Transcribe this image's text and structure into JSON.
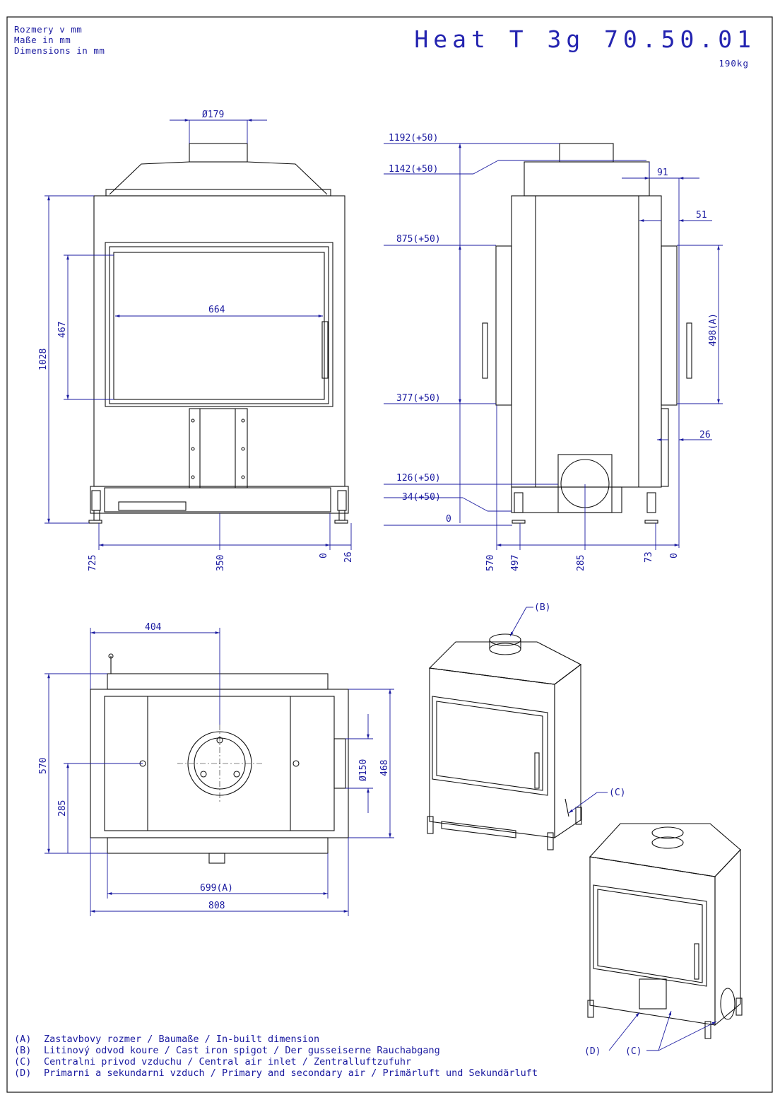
{
  "header": {
    "units_cz": "Rozmery v mm",
    "units_de": "Maße in mm",
    "units_en": "Dimensions in mm",
    "model": "Heat T 3g 70.50.01",
    "mass": "190kg"
  },
  "front_view": {
    "flue_diameter": "Ø179",
    "glass_width": "664",
    "glass_height": "467",
    "total_height": "1028",
    "base_725": "725",
    "base_350": "350",
    "base_0": "0",
    "base_26": "26"
  },
  "side_view": {
    "h_1192": "1192(+50)",
    "h_1142": "1142(+50)",
    "h_875": "875(+50)",
    "h_377": "377(+50)",
    "h_126": "126(+50)",
    "h_34": "34(+50)",
    "h_0": "0",
    "d_91": "91",
    "d_51": "51",
    "d_26": "26",
    "d_498a": "498(A)",
    "b_570": "570",
    "b_497": "497",
    "b_285": "285",
    "b_73": "73",
    "b_0": "0"
  },
  "top_view": {
    "d_404": "404",
    "d_570": "570",
    "d_285": "285",
    "d_150": "Ø150",
    "d_468": "468",
    "d_699a": "699(A)",
    "d_808": "808"
  },
  "callouts": {
    "b": "(B)",
    "c1": "(C)",
    "c2": "(C)",
    "d": "(D)"
  },
  "legend": [
    {
      "key": "(A)",
      "text": "Zastavbovy rozmer / Baumaße / In-built dimension"
    },
    {
      "key": "(B)",
      "text": "Litinový odvod koure / Cast iron spigot / Der gusseiserne Rauchabgang"
    },
    {
      "key": "(C)",
      "text": "Centralni privod vzduchu / Central air inlet / Zentralluftzufuhr"
    },
    {
      "key": "(D)",
      "text": "Primarni a sekundarni vzduch / Primary and secondary air / Primärluft und Sekundärluft"
    }
  ],
  "colors": {
    "dimension": "#1a1aa0",
    "drawing": "#111111",
    "hatch": "#555555"
  }
}
